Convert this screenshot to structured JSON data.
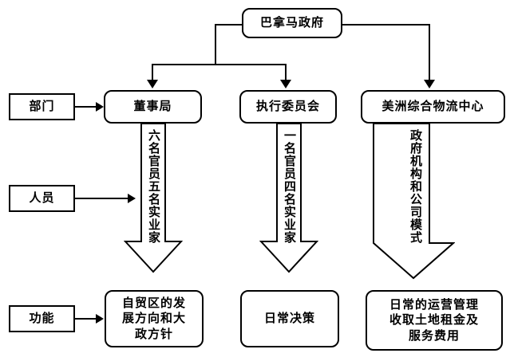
{
  "diagram": {
    "title_box": {
      "label": "巴拿马政府"
    },
    "row_labels": [
      {
        "key": "department",
        "label": "部门"
      },
      {
        "key": "personnel",
        "label": "人员"
      },
      {
        "key": "function",
        "label": "功能"
      }
    ],
    "departments": [
      {
        "key": "board",
        "label": "董事局"
      },
      {
        "key": "executive-committee",
        "label": "执行委员会"
      },
      {
        "key": "logistics-center",
        "label": "美洲综合物流中心"
      }
    ],
    "personnel": [
      {
        "key": "board-staff",
        "label": "六名官员五名实业家"
      },
      {
        "key": "executive-staff",
        "label": "一名官员四名实业家"
      },
      {
        "key": "logistics-staff",
        "label": "政府机构和公司模式"
      }
    ],
    "functions": [
      {
        "key": "board-function",
        "lines": [
          "自贸区的发",
          "展方向和大",
          "政方针"
        ]
      },
      {
        "key": "executive-function",
        "lines": [
          "日常决策"
        ]
      },
      {
        "key": "logistics-function",
        "lines": [
          "日常的运营管理",
          "收取土地租金及",
          "服务费用"
        ]
      }
    ],
    "colors": {
      "stroke": "#000000",
      "fill": "#ffffff",
      "text": "#000000"
    }
  }
}
